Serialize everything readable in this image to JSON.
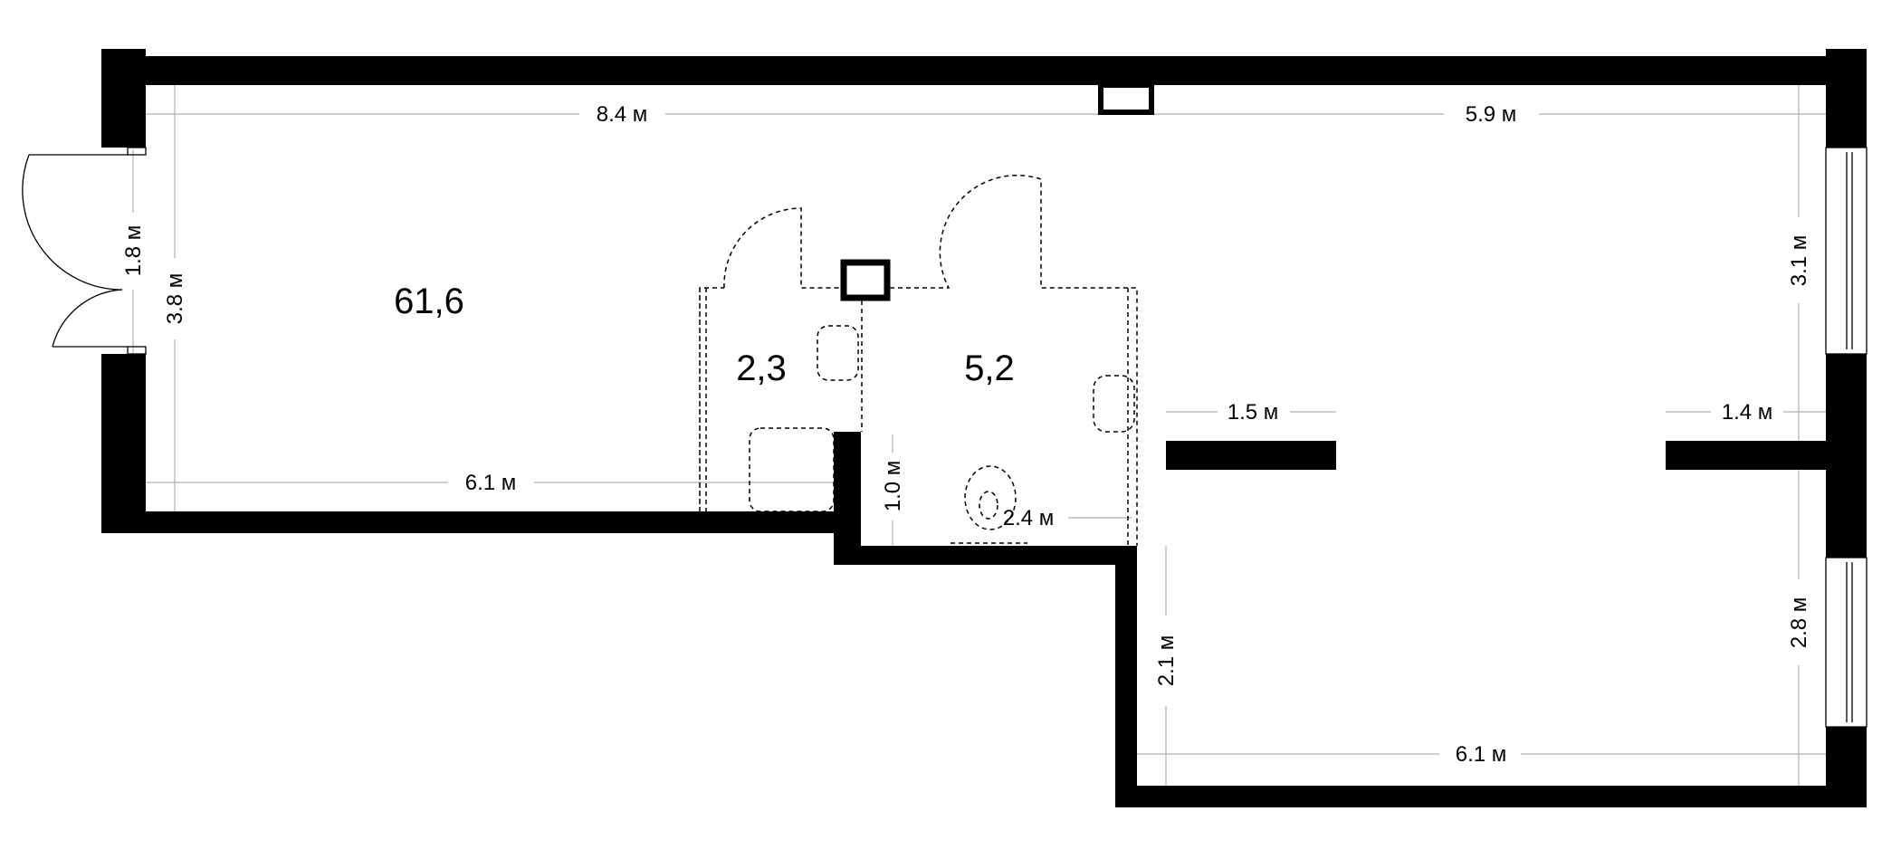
{
  "plan": {
    "rooms": [
      {
        "area": "61,6"
      },
      {
        "area": "2,3"
      },
      {
        "area": "5,2"
      }
    ],
    "dimensions": {
      "top_left": "8.4 м",
      "top_right": "5.9 м",
      "left_room_bottom": "6.1 м",
      "entrance_door": "1.8 м",
      "left_room_height": "3.8 м",
      "bathroom_step": "1.0 м",
      "bathroom_width": "2.4 м",
      "partition_left": "1.5 м",
      "partition_right": "1.4 м",
      "right_upper_height": "3.1 м",
      "right_lower_left_height": "2.1 м",
      "right_lower_height": "2.8 м",
      "right_room_bottom": "6.1 м"
    },
    "colors": {
      "wall": "#000000",
      "dimension_line": "#b0b0b0"
    }
  }
}
